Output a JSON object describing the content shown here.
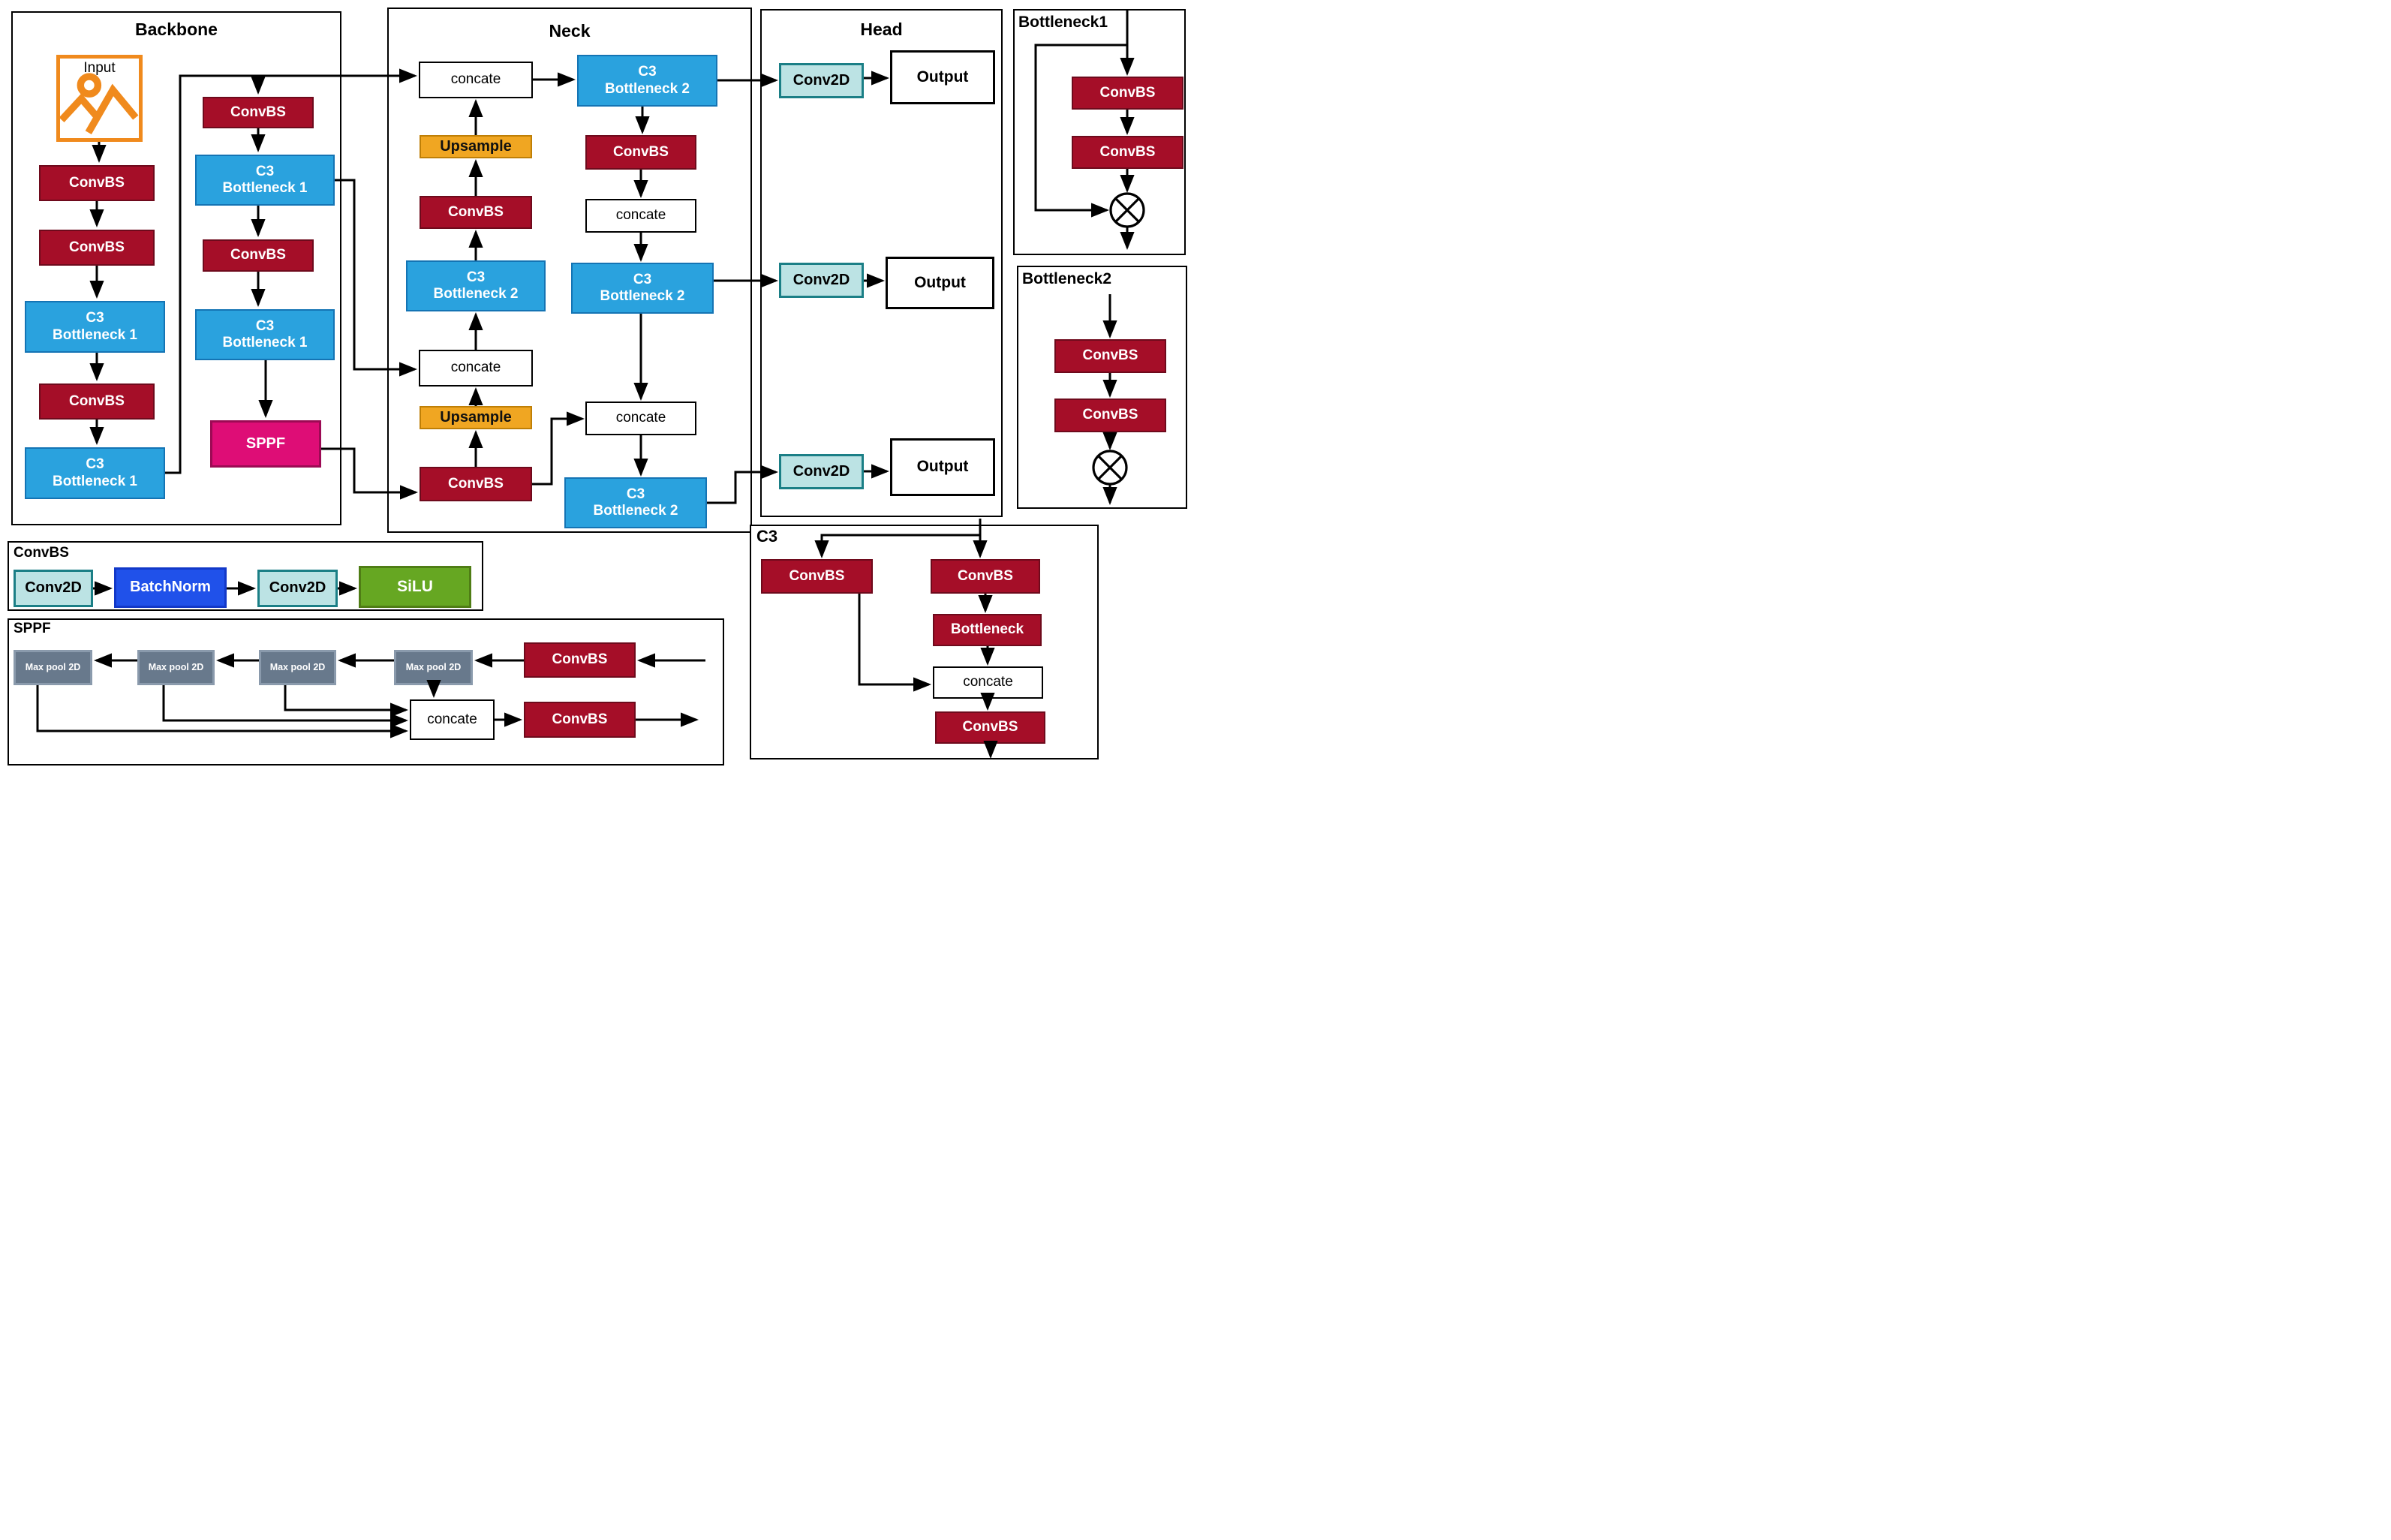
{
  "titles": {
    "backbone": "Backbone",
    "neck": "Neck",
    "head": "Head",
    "bottleneck1": "Bottleneck1",
    "bottleneck2": "Bottleneck2",
    "c3": "C3",
    "convbs_panel": "ConvBS",
    "sppf_panel": "SPPF"
  },
  "nodes": {
    "input_label": "Input",
    "bb_convbs1": "ConvBS",
    "bb_convbs2": "ConvBS",
    "bb_c3b1a": "C3\nBottleneck 1",
    "bb_convbs3": "ConvBS",
    "bb_c3b1b": "C3\nBottleneck 1",
    "bb_convbs4": "ConvBS",
    "bb_c3b1c": "C3\nBottleneck 1",
    "bb_convbs5": "ConvBS",
    "bb_c3b1d": "C3\nBottleneck 1",
    "bb_sppf": "SPPF",
    "nk_concate1": "concate",
    "nk_upsample1": "Upsample",
    "nk_convbs1": "ConvBS",
    "nk_c3b2_l": "C3\nBottleneck 2",
    "nk_concate2": "concate",
    "nk_upsample2": "Upsample",
    "nk_convbs2": "ConvBS",
    "nk_c3b2_r1": "C3\nBottleneck 2",
    "nk_convbs3": "ConvBS",
    "nk_concate3": "concate",
    "nk_c3b2_r2": "C3\nBottleneck 2",
    "nk_concate4": "concate",
    "nk_c3b2_r3": "C3\nBottleneck 2",
    "hd_conv2d1": "Conv2D",
    "hd_output1": "Output",
    "hd_conv2d2": "Conv2D",
    "hd_output2": "Output",
    "hd_conv2d3": "Conv2D",
    "hd_output3": "Output",
    "b1_convbs1": "ConvBS",
    "b1_convbs2": "ConvBS",
    "b2_convbs1": "ConvBS",
    "b2_convbs2": "ConvBS",
    "c3_convbs_left": "ConvBS",
    "c3_convbs_right": "ConvBS",
    "c3_bottleneck": "Bottleneck",
    "c3_concate": "concate",
    "c3_convbs_bottom": "ConvBS",
    "cp_conv2d1": "Conv2D",
    "cp_batchnorm": "BatchNorm",
    "cp_conv2d2": "Conv2D",
    "cp_silu": "SiLU",
    "sp_maxpool1": "Max pool 2D",
    "sp_maxpool2": "Max pool 2D",
    "sp_maxpool3": "Max pool 2D",
    "sp_maxpool4": "Max pool 2D",
    "sp_convbs1": "ConvBS",
    "sp_concate": "concate",
    "sp_convbs2": "ConvBS"
  },
  "icons": {
    "image_placeholder": "picture icon: circle + mountains",
    "multiply_junction": "⊗"
  },
  "colors": {
    "convbs_fill": "#A50E28",
    "convbs_border": "#6E0A1C",
    "c3_fill": "#2AA2DE",
    "c3_border": "#1474B4",
    "upsample_fill": "#F0A622",
    "upsample_border": "#BF7F06",
    "sppf_fill": "#DE0D76",
    "sppf_border": "#9C0A54",
    "conv2d_fill": "#BCE3E4",
    "conv2d_border": "#1B7F86",
    "batchnorm_fill": "#2051EA",
    "batchnorm_border": "#1238C8",
    "silu_fill": "#66A722",
    "silu_border": "#4F7D15",
    "maxpool_fill": "#68798C",
    "maxpool_border": "#8A9AAC",
    "input_orange": "#F08A1D",
    "wire": "#000000"
  }
}
